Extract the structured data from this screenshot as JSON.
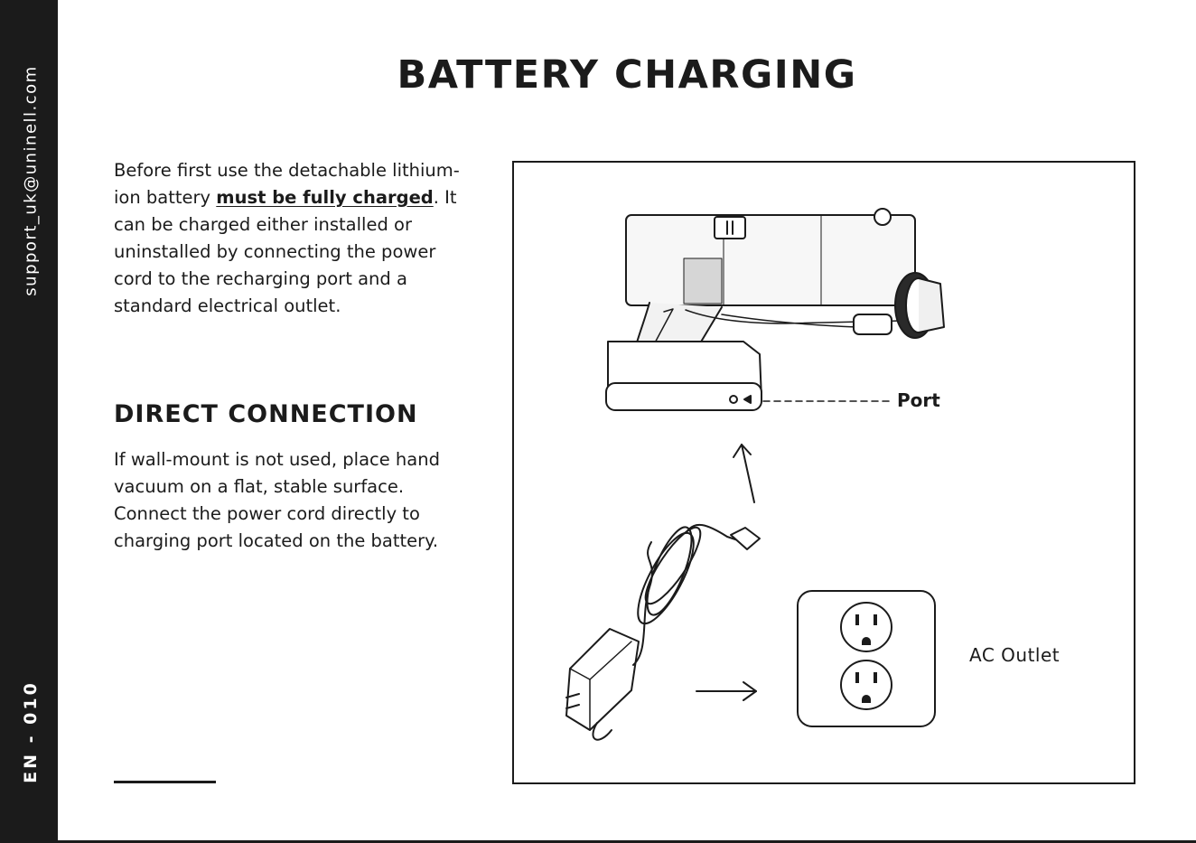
{
  "sidebar": {
    "email": "support_uk@uninell.com",
    "page": "EN - 010"
  },
  "title": "BATTERY CHARGING",
  "intro": {
    "text_before": "Before first use the detachable lithium-ion battery ",
    "emphasis": "must be fully charged",
    "text_after": ". It can be charged either installed or uninstalled by connecting the power cord to the recharging port and a standard electrical outlet."
  },
  "direct": {
    "heading": "DIRECT CONNECTION",
    "body": "If wall-mount is not used, place hand vacuum on a flat, stable surface. Connect the power cord directly to charging port located on the battery."
  },
  "figure": {
    "port_label": "Port",
    "outlet_label": "AC Outlet"
  }
}
